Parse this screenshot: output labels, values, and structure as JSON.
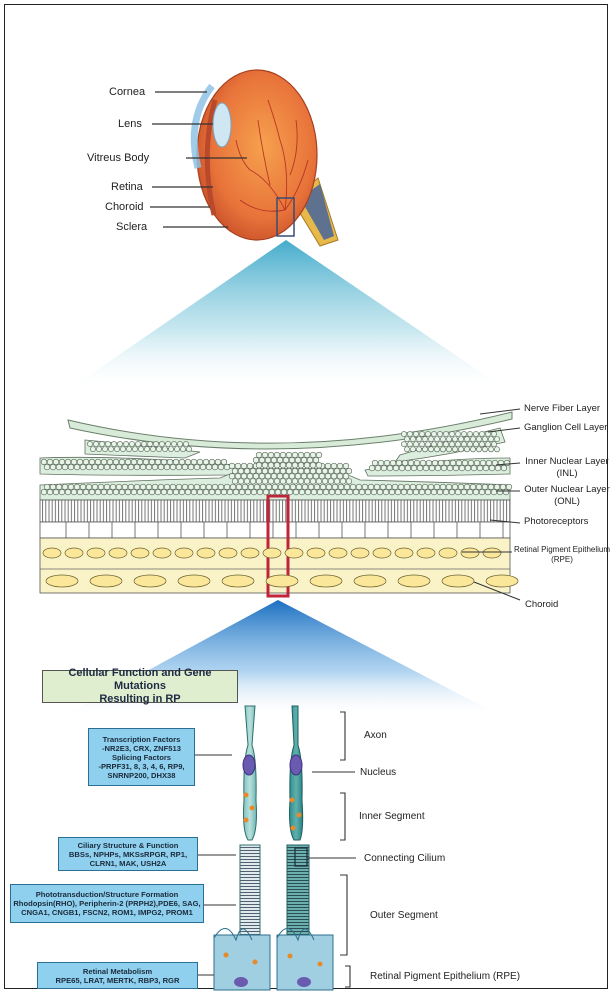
{
  "eye_labels": {
    "cornea": "Cornea",
    "lens": "Lens",
    "vitreus": "Vitreus Body",
    "retina": "Retina",
    "choroid": "Choroid",
    "sclera": "Sclera"
  },
  "retina_labels": {
    "nerve_fiber": "Nerve Fiber Layer",
    "ganglion": "Ganglion Cell Layer",
    "inl_1": "Inner Nuclear Layer",
    "inl_2": "(INL)",
    "onl_1": "Outer Nuclear Layer",
    "onl_2": "(ONL)",
    "photoreceptors": "Photoreceptors",
    "rpe_1": "Retinal Pigment Epithelium",
    "rpe_2": "(RPE)",
    "choroid": "Choroid"
  },
  "section_title": {
    "line1": "Cellular Function and Gene Mutations",
    "line2": "Resulting in RP"
  },
  "boxes": {
    "transcription": [
      "Transcription Factors",
      "-NR2E3, CRX, ZNF513",
      "Splicing Factors",
      "-PRPF31, 8, 3, 4, 6, RP9,",
      "SNRNP200, DHX38"
    ],
    "ciliary": [
      "Ciliary Structure & Function",
      "BBSs, NPHPs, MKSsRPGR, RP1,",
      "CLRN1, MAK, USH2A"
    ],
    "phototransduction": [
      "Phototransduction/Structure Formation",
      "Rhodopsin(RHO), Peripherin-2 (PRPH2),PDE6, SAG,",
      "CNGA1, CNGB1, FSCN2, ROM1, IMPG2, PROM1"
    ],
    "metabolism": [
      "Retinal Metabolism",
      "RPE65, LRAT, MERTK, RBP3, RGR"
    ]
  },
  "cell_labels": {
    "axon": "Axon",
    "nucleus": "Nucleus",
    "inner_segment": "Inner Segment",
    "connecting_cilium": "Connecting Cilium",
    "outer_segment": "Outer Segment",
    "rpe": "Retinal Pigment Epithelium (RPE)"
  },
  "colors": {
    "box_fill": "#8fd0ee",
    "title_fill": "#dfeecf",
    "eye_orange": "#e8733a",
    "rpe_yellow": "#fbf3c8",
    "highlight_red": "#c0233a",
    "cell_teal": "#2e8f8f"
  }
}
